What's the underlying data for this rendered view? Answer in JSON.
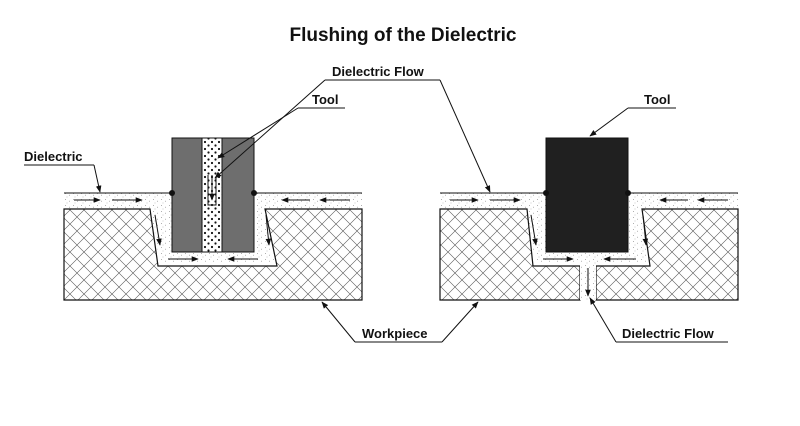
{
  "title": "Flushing of the Dielectric",
  "labels": {
    "dielectric_flow_top": "Dielectric Flow",
    "tool_left": "Tool",
    "dielectric": "Dielectric",
    "tool_right": "Tool",
    "workpiece": "Workpiece",
    "dielectric_flow_bottom": "Dielectric Flow"
  },
  "colors": {
    "tool_left": "#6e6e6e",
    "tool_right": "#202020",
    "outline": "#111111",
    "workpiece_hatch": "#555555",
    "dielectric_speckle": "#9a9a9a"
  }
}
